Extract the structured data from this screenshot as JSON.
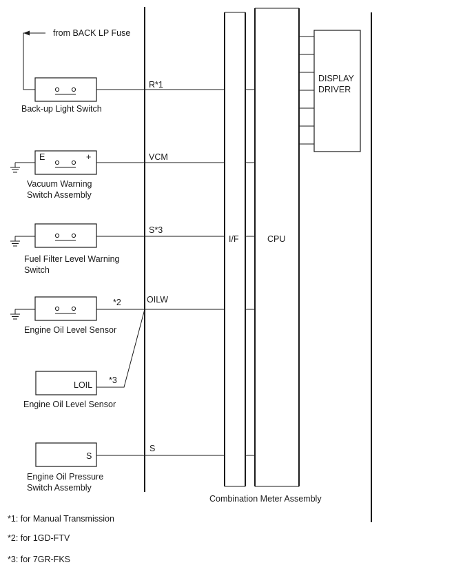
{
  "fuse_source": "from BACK LP Fuse",
  "components": {
    "backup_light_switch": "Back-up Light Switch",
    "vacuum_warning_switch": [
      "Vacuum Warning",
      "Switch Assembly"
    ],
    "vacuum_terminal_e": "E",
    "vacuum_terminal_plus": "+",
    "fuel_filter_switch": [
      "Fuel Filter Level Warning",
      "Switch"
    ],
    "engine_oil_level_sensor_1": "Engine Oil Level Sensor",
    "engine_oil_level_sensor_2": "Engine Oil Level Sensor",
    "loil_terminal": "LOIL",
    "engine_oil_pressure_switch": [
      "Engine Oil Pressure",
      "Switch Assembly"
    ],
    "s_terminal": "S"
  },
  "wires": {
    "r1": "R*1",
    "vcm": "VCM",
    "s3": "S*3",
    "oilw": "OILW",
    "note2": "*2",
    "note3": "*3",
    "s": "S"
  },
  "meter": {
    "if_label": "I/F",
    "cpu_label": "CPU",
    "display_driver": [
      "DISPLAY",
      "DRIVER"
    ],
    "assembly_label": "Combination Meter Assembly"
  },
  "notes": [
    "*1: for Manual Transmission",
    "*2: for 1GD-FTV",
    "*3: for 7GR-FKS"
  ]
}
